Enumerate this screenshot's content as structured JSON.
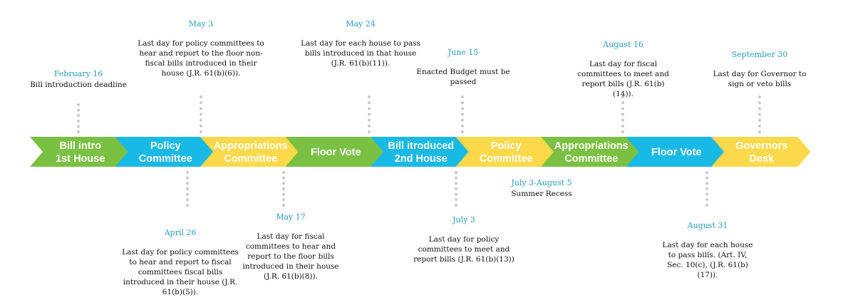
{
  "colors": {
    "green": "#7ac143",
    "blue": "#19b9e6",
    "yellow": "#fcd94a",
    "date_text": "#2a9bbf",
    "desc_text": "#111111",
    "dots": "#c8c8c8"
  },
  "stages": [
    {
      "line1": "Bill intro",
      "line2": "1st House",
      "color": "green"
    },
    {
      "line1": "Policy",
      "line2": "Committee",
      "color": "blue"
    },
    {
      "line1": "Appropriations",
      "line2": "Committee",
      "color": "yellow"
    },
    {
      "line1": "Floor Vote",
      "line2": "",
      "color": "green"
    },
    {
      "line1": "Bill itroduced",
      "line2": "2nd House",
      "color": "blue"
    },
    {
      "line1": "Policy",
      "line2": "Committee",
      "color": "yellow"
    },
    {
      "line1": "Appropriations",
      "line2": "Committee",
      "color": "green"
    },
    {
      "line1": "Floor Vote",
      "line2": "",
      "color": "blue"
    },
    {
      "line1": "Governors",
      "line2": "Desk",
      "color": "yellow"
    }
  ],
  "events_above": [
    {
      "date": "February 16",
      "text": "Bill introduction deadline"
    },
    {
      "date": "May 3",
      "text": "Last day for policy committees to hear and report to the floor non-fiscal bills introduced in their house (J.R. 61(b)(6))."
    },
    {
      "date": "May 24",
      "text": "Last day for each house to pass bills introduced in that house (J.R. 61(b)(11))."
    },
    {
      "date": "June 15",
      "text": "Enacted Budget must be passed"
    },
    {
      "date": "August 16",
      "text": "Last day for fiscal committees to meet and report bills (J.R. 61(b)(14))."
    },
    {
      "date": "September 30",
      "text": "Last day for Governor to sign or veto bills"
    }
  ],
  "events_below": [
    {
      "date": "April 26",
      "text": "Last day for policy committees to hear and report to fiscal committees fiscal bills introduced in their house (J.R. 61(b)(5))."
    },
    {
      "date": "May 17",
      "text": "Last day for fiscal committees to hear and report to the floor bills introduced in their house (J.R. 61(b)(8))."
    },
    {
      "date": "July 3-August 5",
      "text": "Summer Recess"
    },
    {
      "date": "July 3",
      "text": "Last day for policy committees to meet and report bills (J.R. 61(b)(13))"
    },
    {
      "date": "August 31",
      "text": "Last day for each house to pass bills. (Art. IV, Sec. 10(c), (J.R. 61(b)(17))."
    }
  ]
}
